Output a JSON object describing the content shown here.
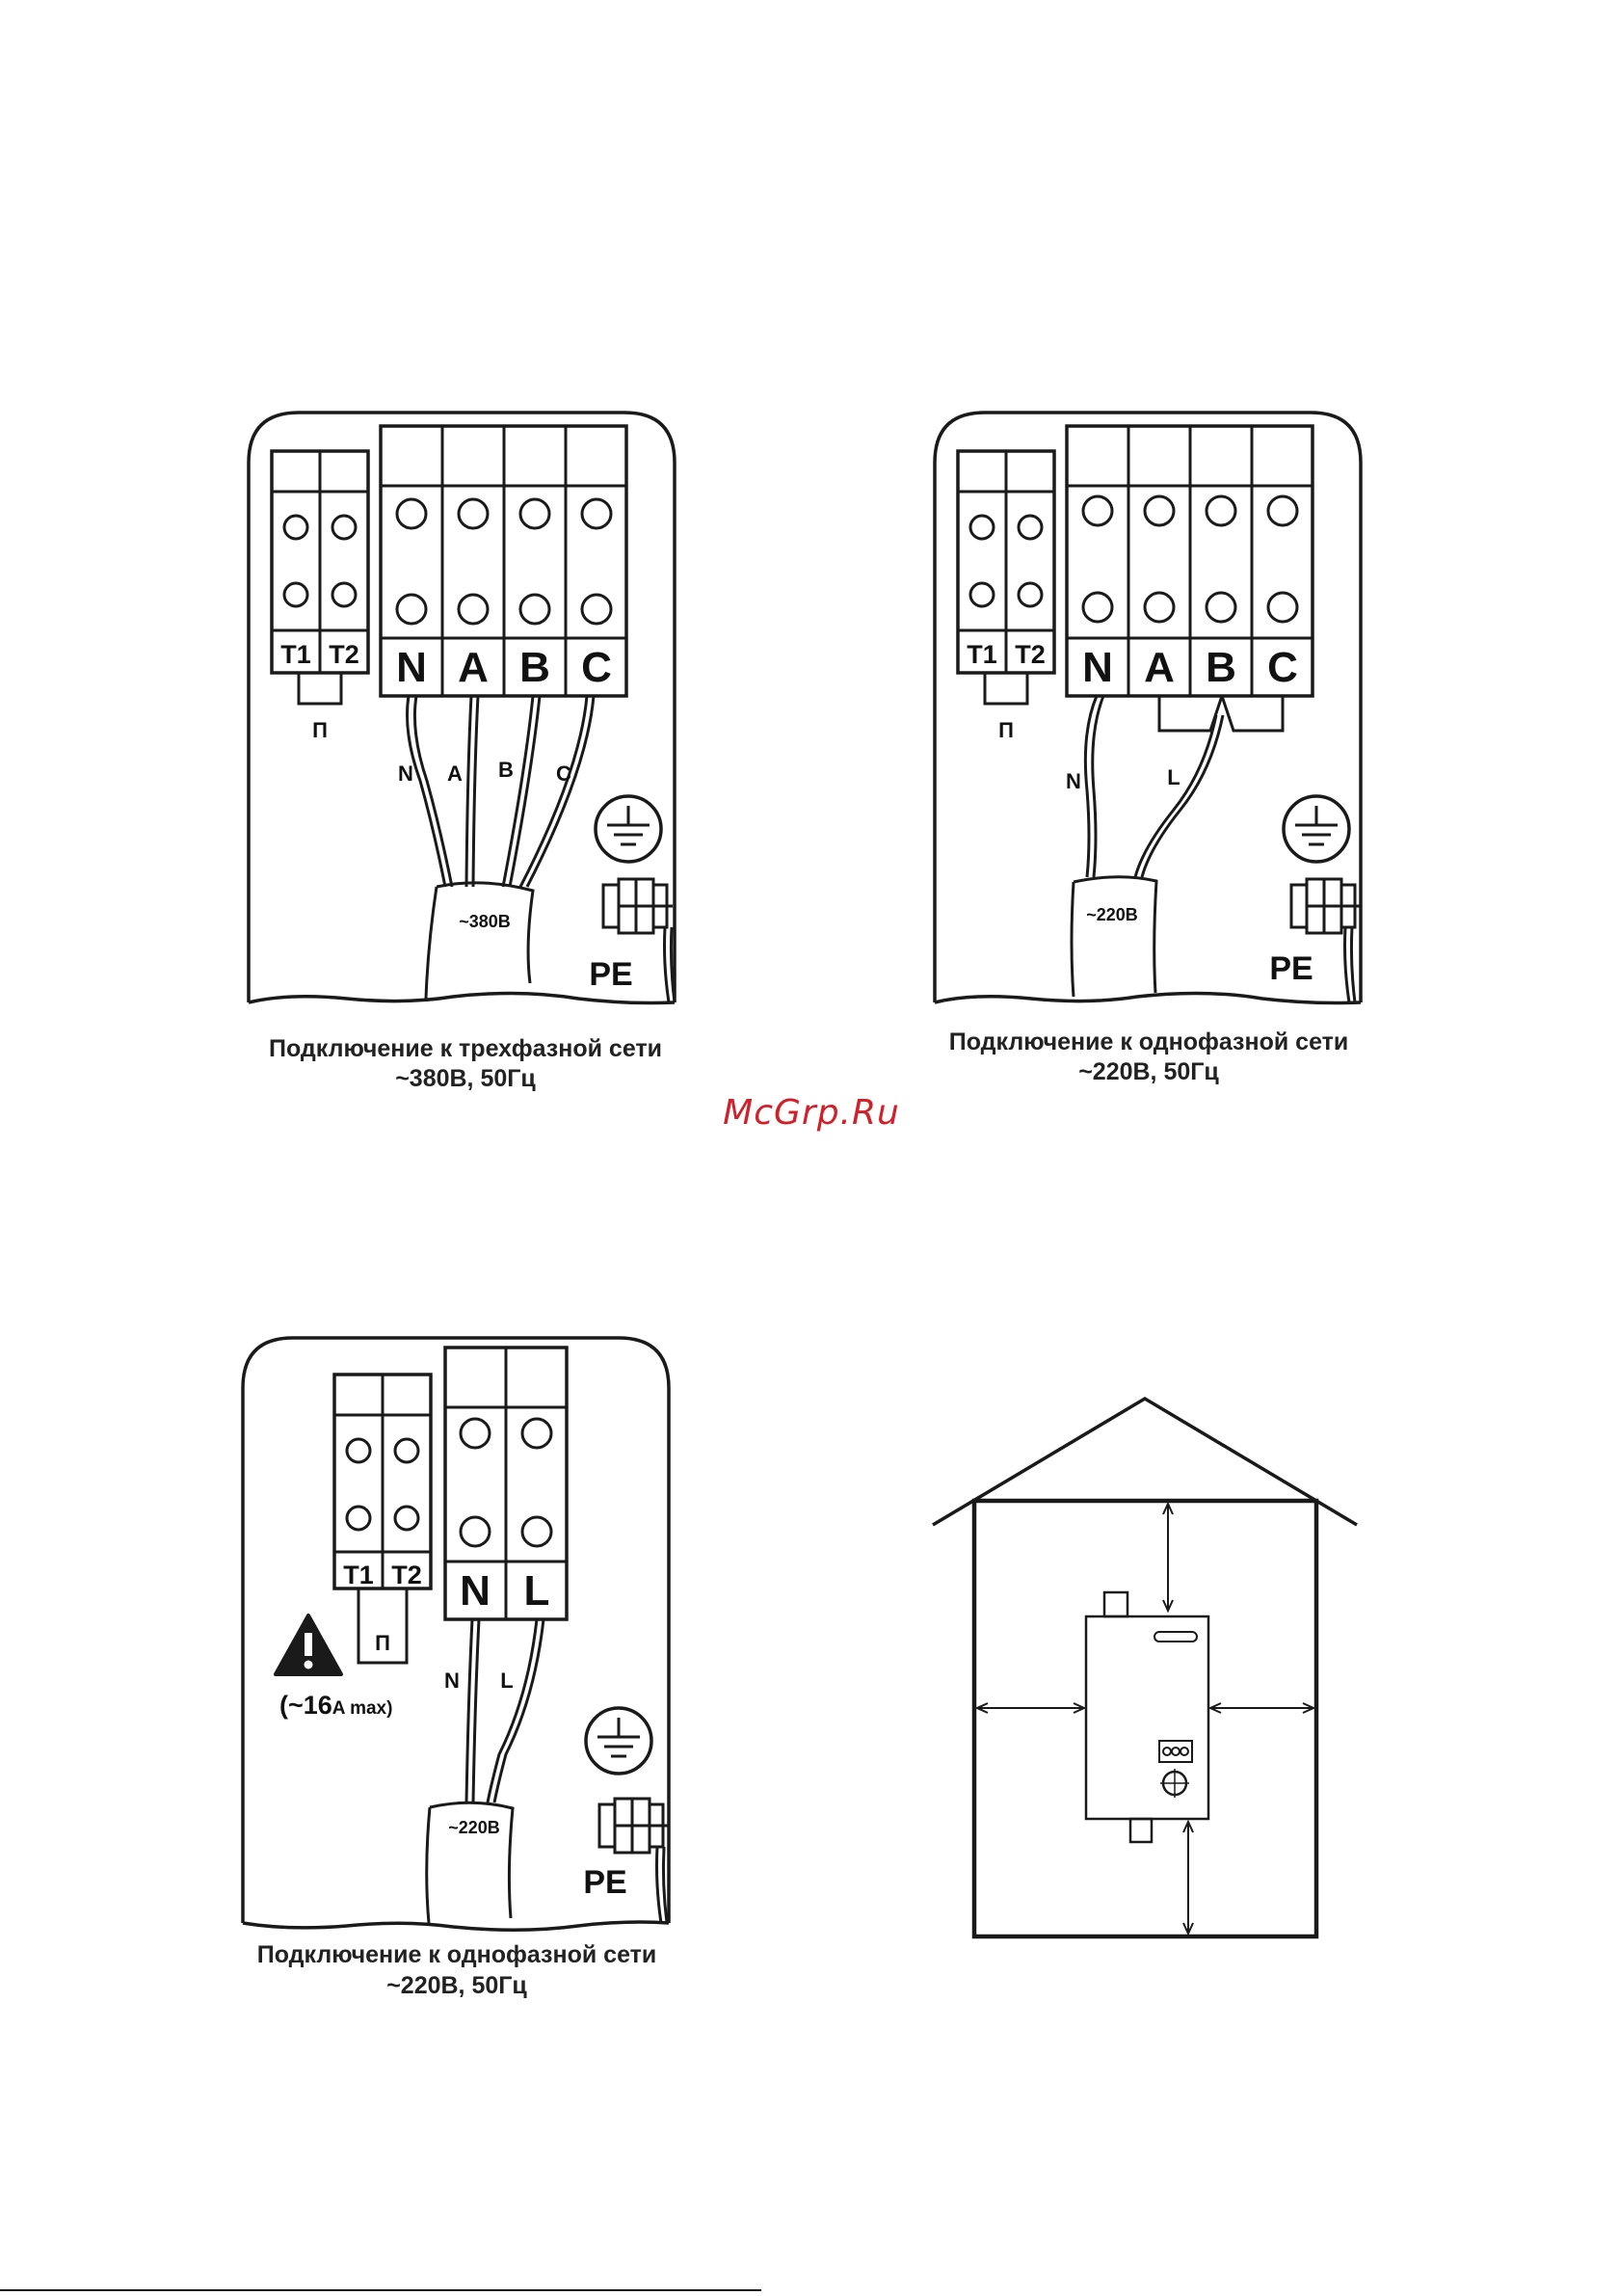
{
  "watermark": "McGrp.Ru",
  "panel_three_phase": {
    "control_terminals": [
      "T1",
      "T2"
    ],
    "jumper_label": "П",
    "power_terminals": [
      "N",
      "A",
      "B",
      "C"
    ],
    "wire_labels": [
      "N",
      "A",
      "B",
      "C"
    ],
    "cable_voltage": "~380В",
    "ground_label": "PE",
    "caption_line1": "Подключение к трехфазной сети",
    "caption_line2": "~380В, 50Гц"
  },
  "panel_single_phase_4": {
    "control_terminals": [
      "T1",
      "T2"
    ],
    "jumper_label": "П",
    "power_terminals": [
      "N",
      "A",
      "B",
      "C"
    ],
    "wire_labels": [
      "N",
      "L"
    ],
    "cable_voltage": "~220В",
    "ground_label": "PE",
    "caption_line1": "Подключение к однофазной сети",
    "caption_line2": "~220В, 50Гц"
  },
  "panel_single_phase_2": {
    "control_terminals": [
      "T1",
      "T2"
    ],
    "jumper_label": "П",
    "power_terminals": [
      "N",
      "L"
    ],
    "wire_labels": [
      "N",
      "L"
    ],
    "cable_voltage": "~220В",
    "ground_label": "PE",
    "warning_current_value": "(~16",
    "warning_current_unit": "A max)",
    "caption_line1": "Подключение к однофазной сети",
    "caption_line2": "~220В, 50Гц"
  },
  "installation_diagram": {
    "description_text": ""
  },
  "colors": {
    "ink": "#1a1a1a",
    "watermark": "#d0202a",
    "background": "#ffffff"
  },
  "icons": [
    "ground-symbol-icon",
    "warning-triangle-icon",
    "ground-bolt-icon"
  ]
}
